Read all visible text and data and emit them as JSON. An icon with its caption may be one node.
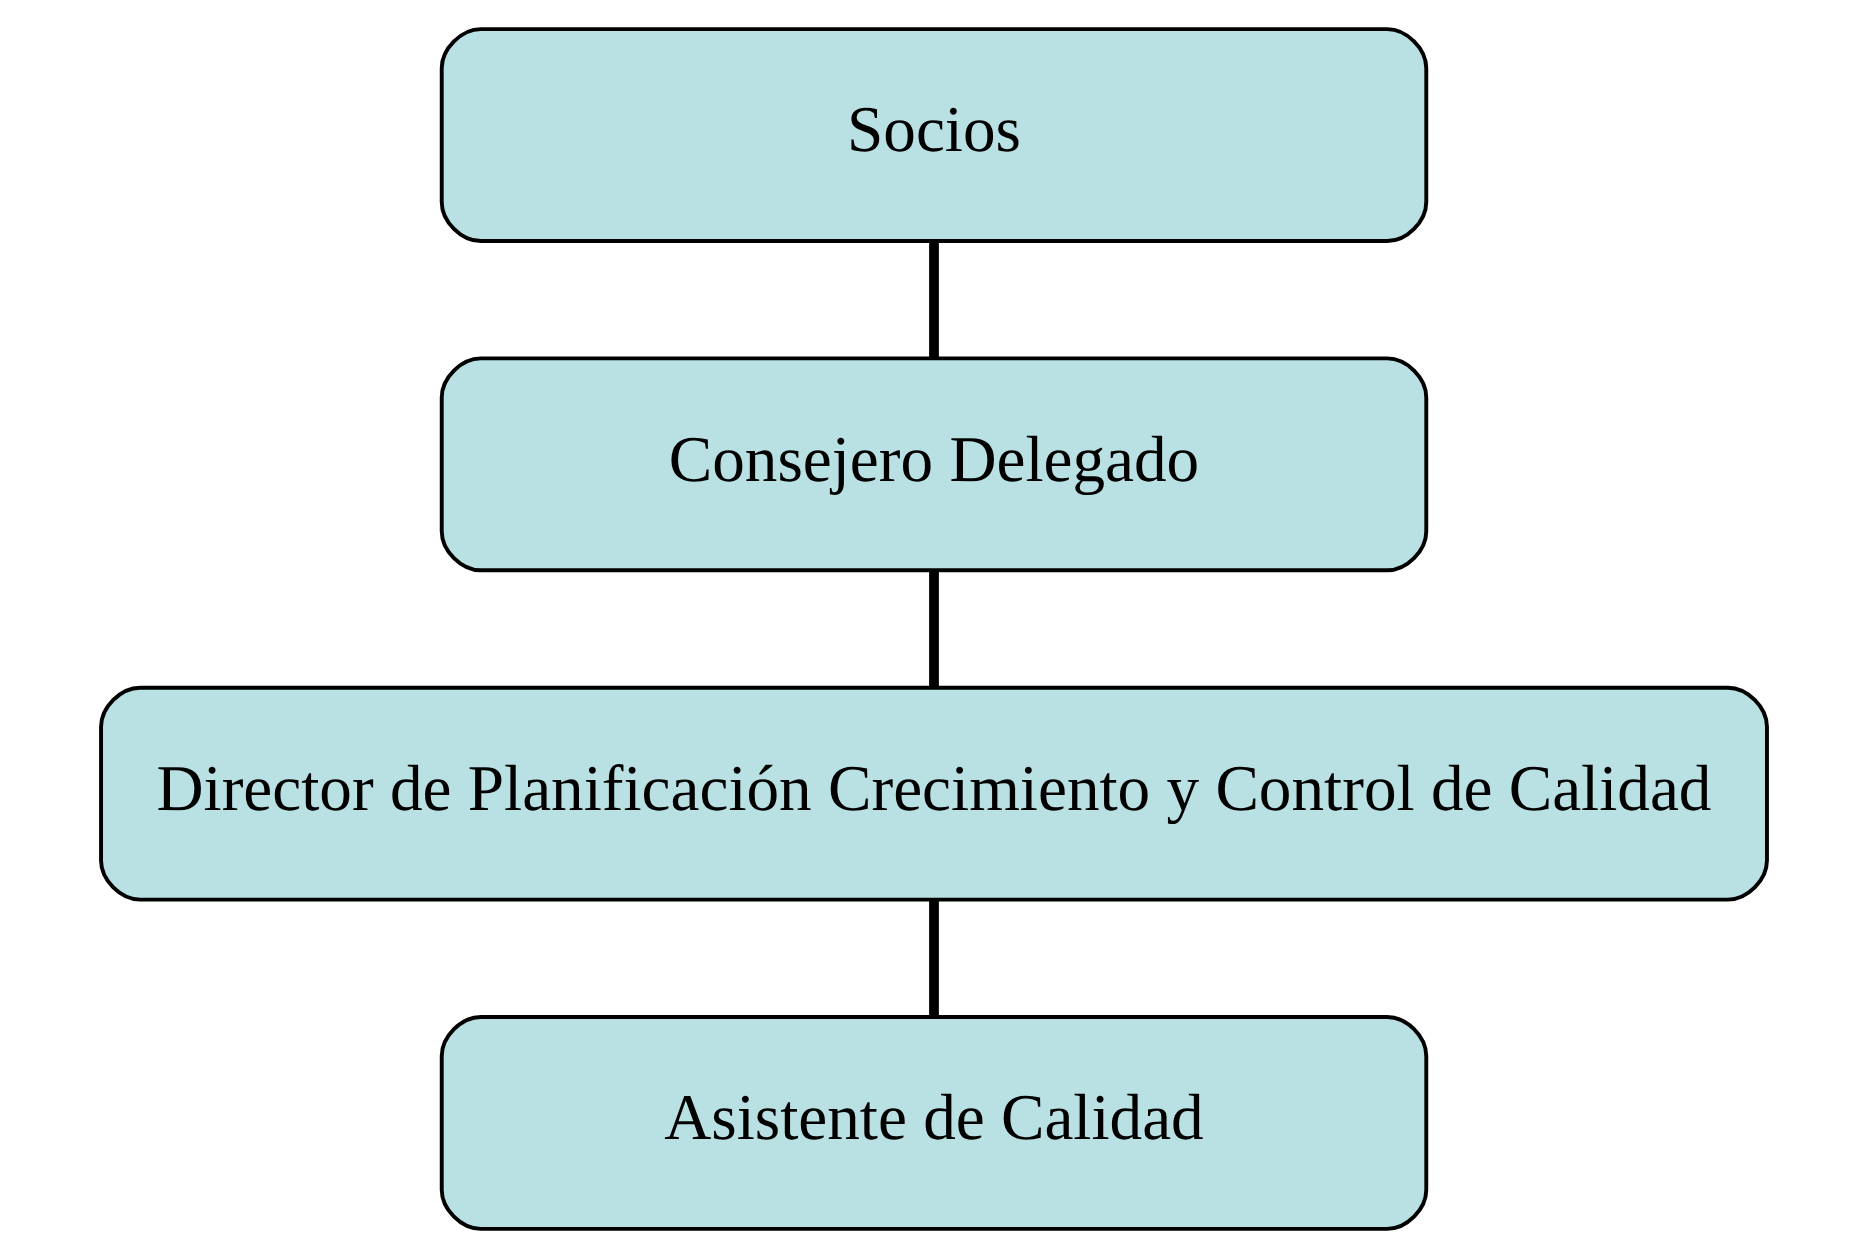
{
  "diagram": {
    "nodes": [
      {
        "text": [
          "Socios"
        ]
      },
      {
        "text": [
          "Consejero Delegado"
        ]
      },
      {
        "text": [
          "Director de Planificación Crecimiento y Control de Calidad"
        ]
      },
      {
        "text": [
          "Asistente de Calidad"
        ]
      }
    ],
    "edges": [
      {
        "from": 0,
        "to": 1,
        "arrow": "none"
      },
      {
        "from": 1,
        "to": 2,
        "arrow": "none"
      },
      {
        "from": 2,
        "to": 3,
        "arrow": "none"
      }
    ]
  }
}
